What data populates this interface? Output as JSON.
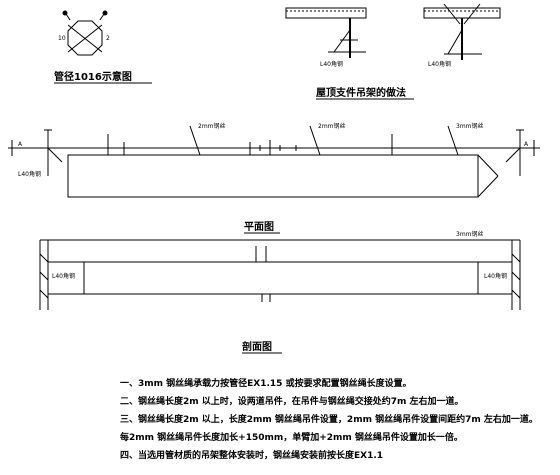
{
  "labels": {
    "top_detail_caption": "管径1016示意图",
    "bracket_caption": "屋顶支件吊架的做法",
    "plan_caption": "平面图",
    "section_caption": "剖面图",
    "angle_steel_a": "L40角钢",
    "angle_steel_b": "L40角钢",
    "angle_steel_left": "L40角钢",
    "angle_steel_left2": "L40角钢",
    "angle_steel_right": "L40角钢",
    "wire_2mm_a": "2mm钢丝",
    "wire_2mm_b": "2mm钢丝",
    "wire_3mm_plan": "3mm钢丝",
    "wire_3mm_section": "3mm钢丝",
    "dim_10": "10",
    "dim_2": "2",
    "mark_a": "A",
    "mark_b": "A"
  },
  "notes": [
    "一、3mm 钢丝绳承载力按管径EX1.15 或按要求配置钢丝绳长度设置。",
    "二、钢丝绳长度2m 以上时，设两道吊件，在吊件与钢丝绳交接处约7m 左右加一道。",
    "三、钢丝绳长度2m 以上，长度2mm 钢丝绳吊件设置，2mm 钢丝绳吊件设置间距约7m 左右加一道。",
    "   每2mm 钢丝绳吊件长度加长+150mm，单臂加+2mm 钢丝绳吊件设置加长一倍。",
    "四、当选用管材质的吊架整体安装时，钢丝绳安装前按长度EX1.1"
  ],
  "colors": {
    "line": "#000000",
    "background": "#ffffff"
  }
}
